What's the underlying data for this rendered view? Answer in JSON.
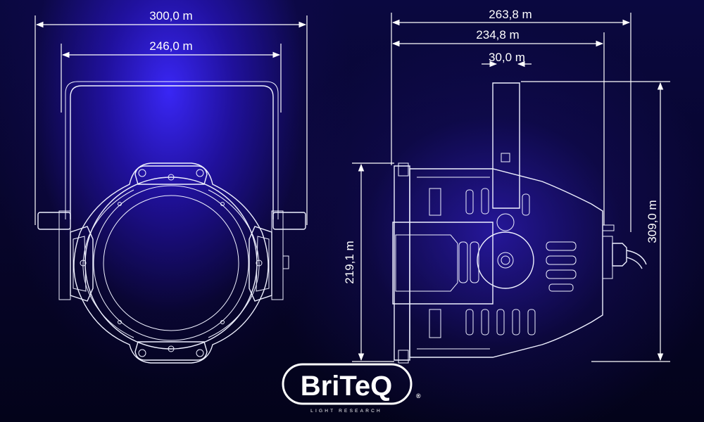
{
  "front_view": {
    "width_overall": "300,0 m",
    "width_body": "246,0 m"
  },
  "side_view": {
    "depth_overall": "263,8 m",
    "depth_body": "234,8 m",
    "bracket_width": "30,0 m",
    "height_body": "219,1 m",
    "height_overall": "309,0 m"
  },
  "brand": {
    "name": "BriTeQ",
    "registered": "®",
    "tagline": "LIGHT RESEARCH"
  },
  "colors": {
    "background": "#07052a",
    "glow": "#3c28ff",
    "line": "#eef0ff"
  }
}
